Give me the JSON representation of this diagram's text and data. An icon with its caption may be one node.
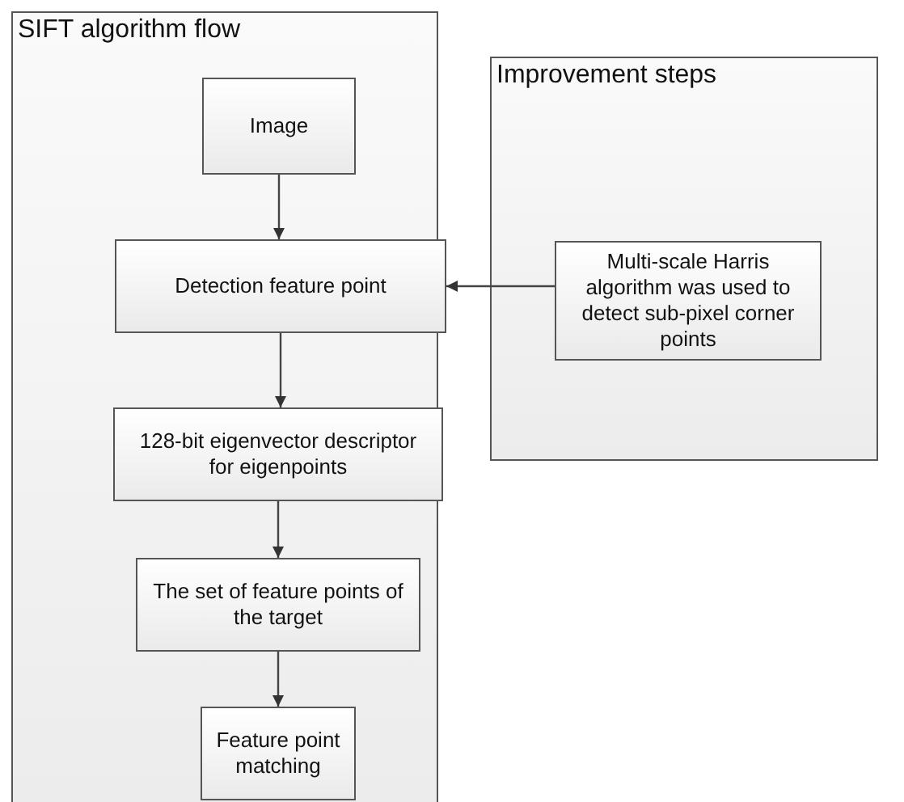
{
  "diagram": {
    "nodes": [
      {
        "text": [
          "SIFT algorithm flow"
        ]
      },
      {
        "text": [
          "Image"
        ],
        "in": 0
      },
      {
        "text": [
          "Detection feature point"
        ],
        "in": 0
      },
      {
        "text": [
          "128-bit eigenvector descriptor for eigenpoints"
        ],
        "in": 0
      },
      {
        "text": [
          "The set of feature points of the target"
        ],
        "in": 0
      },
      {
        "text": [
          "Feature point matching"
        ],
        "in": 0
      },
      {
        "text": [
          "Improvement steps"
        ]
      },
      {
        "text": [
          "Multi-scale Harris algorithm was used to detect sub-pixel corner points"
        ],
        "in": 6
      }
    ],
    "edges": [
      {
        "from": 1,
        "to": 2,
        "arrow": "to"
      },
      {
        "from": 2,
        "to": 3,
        "arrow": "to"
      },
      {
        "from": 3,
        "to": 4,
        "arrow": "to"
      },
      {
        "from": 4,
        "to": 5,
        "arrow": "to"
      },
      {
        "from": 7,
        "to": 2,
        "arrow": "to"
      }
    ]
  }
}
